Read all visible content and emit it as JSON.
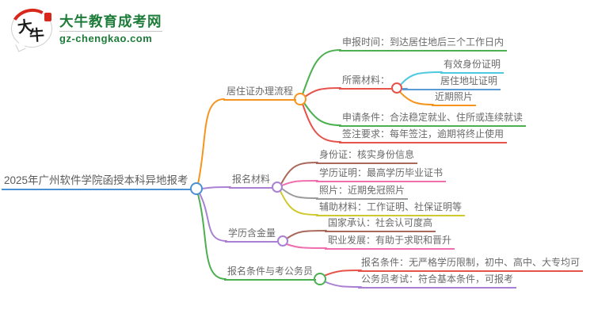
{
  "logo": {
    "title": "大牛教育成考网",
    "domain": "gz-chengkao.com",
    "bubble_char1": "大",
    "bubble_char2": "牛"
  },
  "palette": {
    "blue": "#4a90d2",
    "orange": "#f7941e",
    "green": "#4caf50",
    "red": "#e7524a",
    "cyan": "#4ec9e1",
    "sky": "#5b9bd5",
    "purple": "#aa80d4",
    "brown": "#a9685a",
    "pink": "#f06eae",
    "gray": "#9b9b9b",
    "yellow": "#d0c92e",
    "text": "#6a6a6a",
    "brand_green": "#1d7c39",
    "brand_red": "#d8281c"
  },
  "mindmap": {
    "root": {
      "label": "2025年广州软件学院函授本科异地报考"
    },
    "branches": [
      {
        "label": "居住证办理流程",
        "children": [
          {
            "label": "申报时间：到达居住地后三个工作日内"
          },
          {
            "label": "所需材料：",
            "children": [
              {
                "label": "有效身份证明"
              },
              {
                "label": "居住地址证明"
              },
              {
                "label": "近期照片"
              }
            ]
          },
          {
            "label": "申请条件：合法稳定就业、住所或连续就读"
          },
          {
            "label": "签注要求：每年签注，逾期将终止使用"
          }
        ]
      },
      {
        "label": "报名材料",
        "children": [
          {
            "label": "身份证：核实身份信息"
          },
          {
            "label": "学历证明：最高学历毕业证书"
          },
          {
            "label": "照片：近期免冠照片"
          },
          {
            "label": "辅助材料：工作证明、社保证明等"
          }
        ]
      },
      {
        "label": "学历含金量",
        "children": [
          {
            "label": "国家承认：社会认可度高"
          },
          {
            "label": "职业发展：有助于求职和晋升"
          }
        ]
      },
      {
        "label": "报名条件与考公务员",
        "children": [
          {
            "label": "报名条件：无严格学历限制，初中、高中、大专均可"
          },
          {
            "label": "公务员考试：符合基本条件，可报考"
          }
        ]
      }
    ]
  }
}
